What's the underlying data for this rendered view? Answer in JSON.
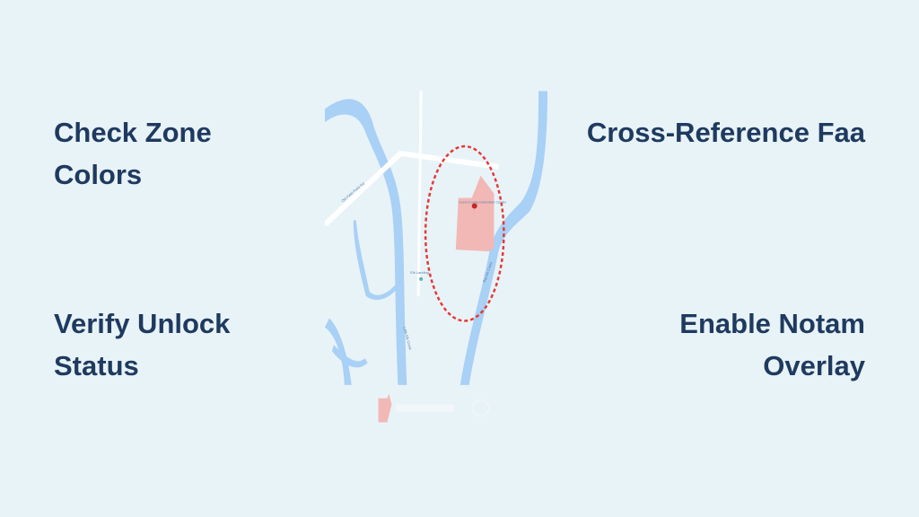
{
  "tips": [
    {
      "line1": "Check Zone",
      "line2": "Colors"
    },
    {
      "line1": "Cross-Reference Faa",
      "line2": ""
    },
    {
      "line1": "Verify Unlock",
      "line2": "Status"
    },
    {
      "line1": "Enable Notam",
      "line2": "Overlay"
    }
  ],
  "map": {
    "labels": {
      "creek_west": "Little Elk Creek",
      "creek_east": "Big Elk Creek",
      "road": "Old Field Point Rd",
      "facility": "Cecil County Detention Center",
      "landing": "Elk Landing"
    },
    "colors": {
      "water": "#a9d0f5",
      "zone": "#f2b8b5",
      "circle": "#e53935",
      "pin": "#c62828"
    }
  }
}
